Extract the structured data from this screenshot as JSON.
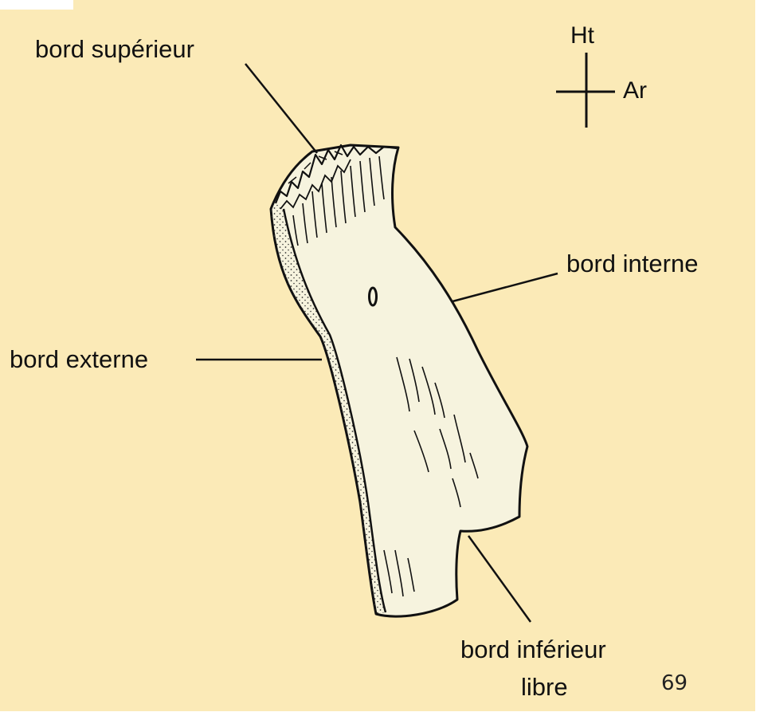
{
  "labels": {
    "bord_superieur": "bord supérieur",
    "bord_interne": "bord interne",
    "bord_externe": "bord externe",
    "bord_inferieur_line1": "bord inférieur",
    "bord_inferieur_line2": "libre"
  },
  "orientation": {
    "up": "Ht",
    "back": "Ar"
  },
  "page_number": "69",
  "colors": {
    "background": "#fbeab7",
    "bone_fill": "#f6f3de",
    "outline": "#111111"
  }
}
